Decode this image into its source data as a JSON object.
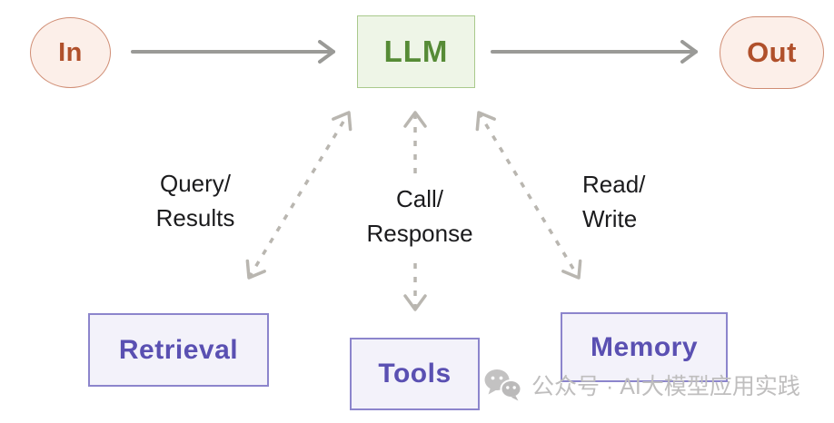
{
  "diagram": {
    "nodes": {
      "in": {
        "label": "In"
      },
      "llm": {
        "label": "LLM"
      },
      "out": {
        "label": "Out"
      },
      "retrieval": {
        "label": "Retrieval"
      },
      "tools": {
        "label": "Tools"
      },
      "memory": {
        "label": "Memory"
      }
    },
    "edge_labels": {
      "retrieval": {
        "line1": "Query/",
        "line2": "Results"
      },
      "tools": {
        "line1": "Call/",
        "line2": "Response"
      },
      "memory": {
        "line1": "Read/",
        "line2": "Write"
      }
    },
    "edges": [
      {
        "from": "In",
        "to": "LLM",
        "style": "solid",
        "direction": "one-way"
      },
      {
        "from": "LLM",
        "to": "Out",
        "style": "solid",
        "direction": "one-way"
      },
      {
        "from": "LLM",
        "to": "Retrieval",
        "style": "dashed",
        "direction": "two-way"
      },
      {
        "from": "LLM",
        "to": "Tools",
        "style": "dashed",
        "direction": "two-way"
      },
      {
        "from": "LLM",
        "to": "Memory",
        "style": "dashed",
        "direction": "two-way"
      }
    ]
  },
  "watermark": {
    "icon": "wechat-icon",
    "text": "公众号 · AI大模型应用实践"
  },
  "colors": {
    "io_text": "#b0502b",
    "io_bg": "#fcefe9",
    "io_border": "#d08d74",
    "llm_text": "#568b36",
    "llm_bg": "#eef5e7",
    "llm_border": "#a9c98c",
    "module_text": "#5a50b2",
    "module_bg": "#f3f2fa",
    "module_border": "#8c85cc",
    "solid_arrow": "#9a9a97",
    "dashed_arrow": "#b9b6b0",
    "label_text": "#1b1b1d",
    "watermark": "#bfbebe"
  }
}
